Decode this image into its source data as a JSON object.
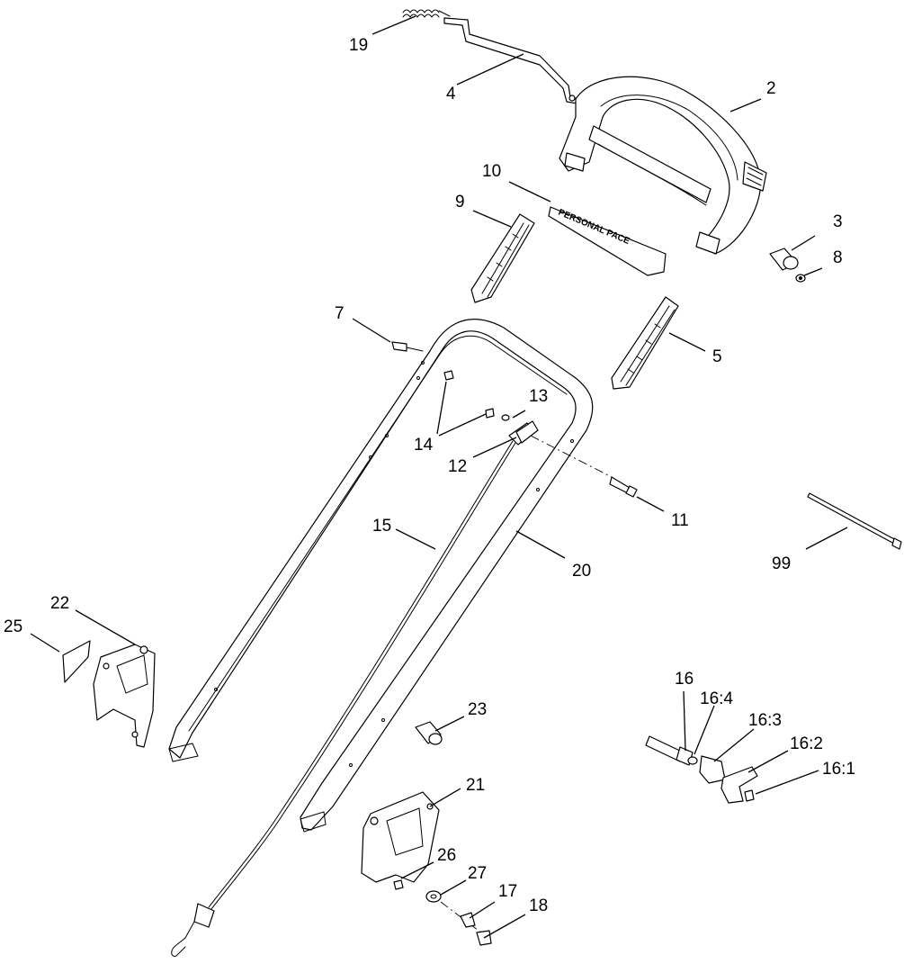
{
  "diagram": {
    "callouts": {
      "c2": "2",
      "c3": "3",
      "c4": "4",
      "c5": "5",
      "c7": "7",
      "c8": "8",
      "c9": "9",
      "c10": "10",
      "c11": "11",
      "c12": "12",
      "c13": "13",
      "c14": "14",
      "c15": "15",
      "c16": "16",
      "c16_1": "16:1",
      "c16_2": "16:2",
      "c16_3": "16:3",
      "c16_4": "16:4",
      "c17": "17",
      "c18": "18",
      "c19": "19",
      "c20": "20",
      "c21": "21",
      "c22": "22",
      "c23": "23",
      "c25": "25",
      "c26": "26",
      "c27": "27",
      "c99": "99"
    },
    "decal_text": "PERSONAL PACE"
  }
}
